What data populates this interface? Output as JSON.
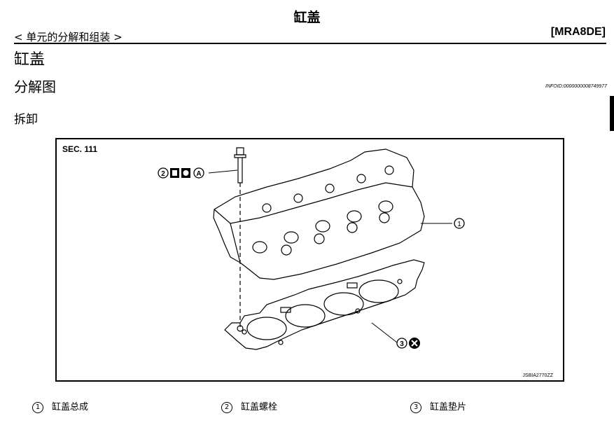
{
  "header": {
    "title": "缸盖",
    "breadcrumb": "< 单元的分解和组装 >",
    "section_code": "[MRA8DE]"
  },
  "headings": {
    "h1": "缸盖",
    "h2": "分解图",
    "h3": "拆卸"
  },
  "info_id": "INFOID:0000000008749977",
  "figure": {
    "sec_label": "SEC. 111",
    "callouts": {
      "c1": "1",
      "c2": "2",
      "c3": "3",
      "a_mark": "A"
    },
    "figure_code": "JSBIA2770ZZ"
  },
  "legend": [
    {
      "num": "1",
      "label": "缸盖总成"
    },
    {
      "num": "2",
      "label": "缸盖螺栓"
    },
    {
      "num": "3",
      "label": "缸盖垫片"
    }
  ]
}
